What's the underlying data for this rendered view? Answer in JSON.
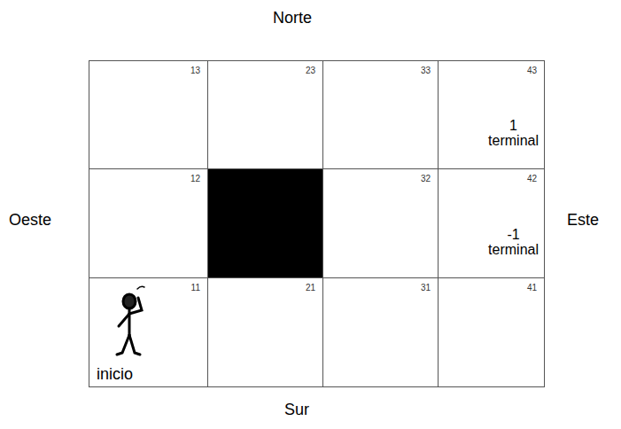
{
  "diagram": {
    "nodes": [
      {
        "text": [
          "13"
        ]
      },
      {
        "text": [
          "23"
        ]
      },
      {
        "text": [
          "33"
        ]
      },
      {
        "text": [
          "43",
          "1 terminal"
        ]
      },
      {
        "text": [
          "12"
        ]
      },
      {
        "text": [
          "32"
        ]
      },
      {
        "text": [
          "42",
          "-1 terminal"
        ]
      },
      {
        "text": [
          "11",
          "inicio"
        ]
      },
      {
        "text": [
          "21"
        ]
      },
      {
        "text": [
          "31"
        ]
      },
      {
        "text": [
          "41"
        ]
      }
    ],
    "labels": [
      "Norte",
      "Oeste",
      "Este",
      "Sur"
    ]
  }
}
